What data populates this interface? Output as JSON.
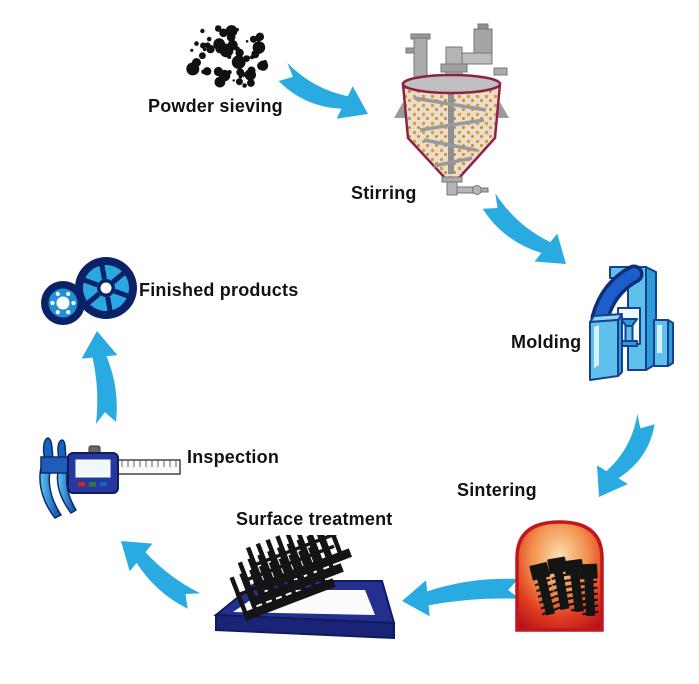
{
  "diagram": {
    "type": "process-flow-cycle",
    "background": "#ffffff",
    "stages": [
      {
        "id": "powder-sieving",
        "label": "Powder sieving",
        "icon": "powder-dots-icon"
      },
      {
        "id": "stirring",
        "label": "Stirring",
        "icon": "mixer-tank-icon"
      },
      {
        "id": "molding",
        "label": "Molding",
        "icon": "molding-press-icon"
      },
      {
        "id": "sintering",
        "label": "Sintering",
        "icon": "furnace-icon"
      },
      {
        "id": "surface-treatment",
        "label": "Surface treatment",
        "icon": "rack-on-tray-icon"
      },
      {
        "id": "inspection",
        "label": "Inspection",
        "icon": "digital-caliper-icon"
      },
      {
        "id": "finished-products",
        "label": "Finished products",
        "icon": "bearing-rings-icon"
      }
    ],
    "flow": [
      {
        "from": "powder-sieving",
        "to": "stirring"
      },
      {
        "from": "stirring",
        "to": "molding"
      },
      {
        "from": "molding",
        "to": "sintering"
      },
      {
        "from": "sintering",
        "to": "surface-treatment"
      },
      {
        "from": "surface-treatment",
        "to": "inspection"
      },
      {
        "from": "inspection",
        "to": "finished-products"
      }
    ],
    "colors": {
      "arrow": "#29ABE2",
      "label_text": "#121212",
      "powder_black": "#111111",
      "tank_outline_maroon": "#8E2146",
      "granule_orange": "#E59A35",
      "machine_light_blue": "#5FC0EC",
      "machine_mid_blue": "#2E9BD8",
      "machine_navy": "#17418F",
      "furnace_border_red": "#C3161C",
      "furnace_core_peach": "#FBDFB2",
      "tray_navy": "#23308F",
      "rack_black": "#141414",
      "caliper_body_blue": "#2438A0",
      "ring_navy": "#0B2168",
      "ring_cyan": "#29A8E2"
    }
  }
}
